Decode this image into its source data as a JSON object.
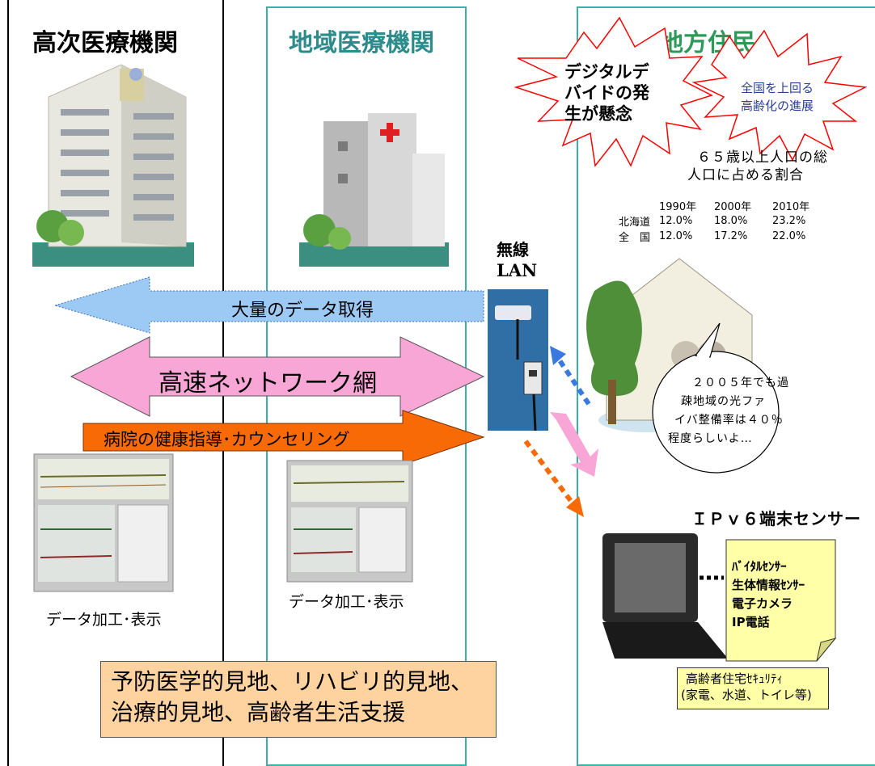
{
  "columns": {
    "high": "高次医療機関",
    "regional": "地域医療機関",
    "resident": "地方住民"
  },
  "bursts": {
    "digital_divide": [
      "デジタルデ",
      "バイドの発",
      "生が懸念"
    ],
    "aging": [
      "全国を上回る",
      "高齢化の進展"
    ]
  },
  "stats": {
    "title": [
      "６５歳以上人口の総",
      "人口に占める割合"
    ],
    "years": [
      "1990年",
      "2000年",
      "2010年"
    ],
    "rows": [
      {
        "label": "北海道",
        "values": [
          "12.0%",
          "18.0%",
          "23.2%"
        ]
      },
      {
        "label": "全　国",
        "values": [
          "12.0%",
          "17.2%",
          "22.0%"
        ]
      }
    ]
  },
  "wireless": {
    "line1": "無線",
    "line2": "LAN"
  },
  "arrows": {
    "data_acquisition": "大量のデータ取得",
    "network": "高速ネットワーク網",
    "guidance": "病院の健康指導･カウンセリング"
  },
  "speech": [
    "２００５年でも過",
    "疎地域の光ファ",
    "イバ整備率は４０％",
    "程度らしいよ…"
  ],
  "captions": {
    "high": "データ加工･表示",
    "regional": "データ加工･表示"
  },
  "ipv6_title": "ＩＰｖ６端末センサー",
  "sensors": [
    "ﾊﾞｲﾀﾙｾﾝｻｰ",
    "生体情報ｾﾝｻｰ",
    "電子カメラ",
    "IP電話"
  ],
  "security": [
    "高齢者住宅ｾｷｭﾘﾃｨ",
    "(家電、水道、トイレ等)"
  ],
  "bottom_box": [
    "予防医学的見地、リハビリ的見地、",
    "治療的見地、高齢者生活支援"
  ],
  "colors": {
    "teal_border": "#3cb0a8",
    "arrow_blue": "#9ccaf4",
    "arrow_pink": "#f7a6d6",
    "arrow_orange": "#f86a06",
    "lan_panel": "#2f6fa6",
    "note_yellow": "#ffffa8",
    "bottom_orange": "#ffd3a0"
  }
}
